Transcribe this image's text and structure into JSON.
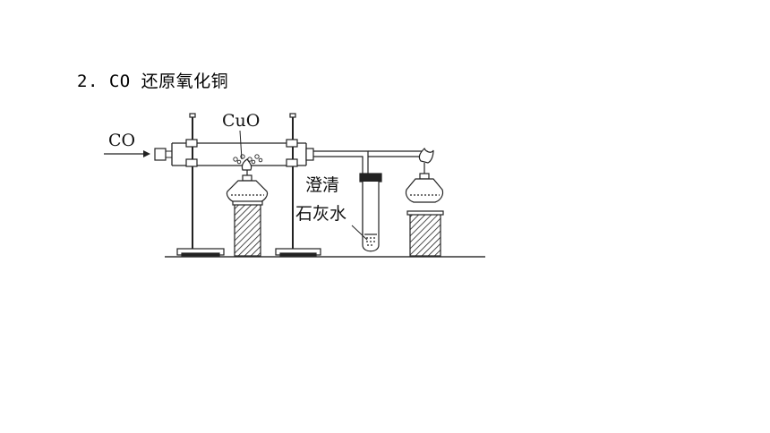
{
  "heading": "2.  CO 还原氧化铜",
  "diagram": {
    "inlet_label": "CO",
    "tube_reagent_label": "CuO",
    "absorber_label_line1": "澄清",
    "absorber_label_line2": "石灰水"
  }
}
